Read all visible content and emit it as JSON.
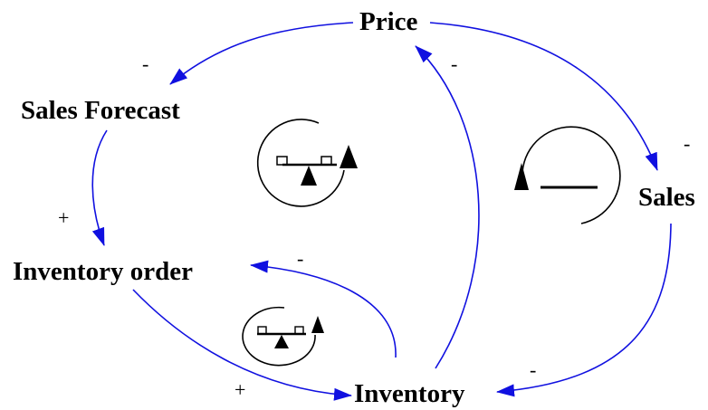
{
  "colors": {
    "link": "#1010e0",
    "text": "#000000",
    "symbol": "#000000"
  },
  "nodes": {
    "price": "Price",
    "sales_forecast": "Sales Forecast",
    "sales": "Sales",
    "inventory_order": "Inventory order",
    "inventory": "Inventory"
  },
  "links": [
    {
      "from": "Price",
      "to": "Sales Forecast",
      "polarity": "-"
    },
    {
      "from": "Price",
      "to": "Sales",
      "polarity": "-"
    },
    {
      "from": "Sales Forecast",
      "to": "Inventory order",
      "polarity": "+"
    },
    {
      "from": "Inventory order",
      "to": "Inventory",
      "polarity": "+"
    },
    {
      "from": "Inventory",
      "to": "Inventory order",
      "polarity": "-"
    },
    {
      "from": "Inventory",
      "to": "Price",
      "polarity": "-"
    },
    {
      "from": "Sales",
      "to": "Inventory",
      "polarity": "-"
    }
  ],
  "loops": [
    {
      "icon": "balancing-loop-icon",
      "direction": "counterclockwise"
    },
    {
      "icon": "reinforcing-loop-icon",
      "direction": "clockwise"
    },
    {
      "icon": "balancing-loop-icon",
      "direction": "counterclockwise"
    }
  ]
}
